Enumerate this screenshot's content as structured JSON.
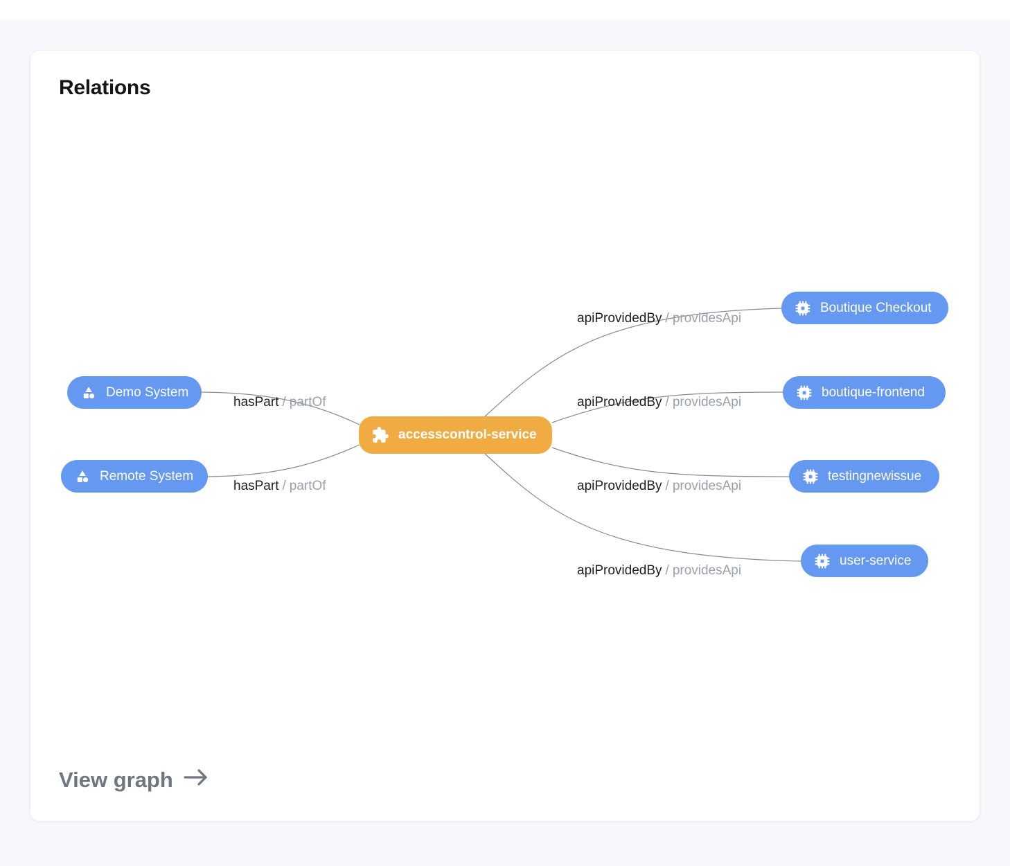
{
  "card": {
    "title": "Relations",
    "view_graph_label": "View graph"
  },
  "colors": {
    "page_background": "#F7F8FB",
    "card_background": "#FFFFFF",
    "system_node": "#6598F0",
    "api_node": "#6598F0",
    "central_node": "#F0AC42",
    "edge_line": "#8A8A8A",
    "edge_label_primary": "#1B1F24",
    "edge_label_secondary": "#9AA1AA"
  },
  "graph": {
    "center_node": {
      "label": "accesscontrol-service",
      "icon": "puzzle-icon"
    },
    "left_nodes": [
      {
        "label": "Demo System",
        "icon": "shapes-icon"
      },
      {
        "label": "Remote System",
        "icon": "shapes-icon"
      }
    ],
    "right_nodes": [
      {
        "label": "Boutique Checkout",
        "icon": "chip-icon"
      },
      {
        "label": "boutique-frontend",
        "icon": "chip-icon"
      },
      {
        "label": "testingnewissue",
        "icon": "chip-icon"
      },
      {
        "label": "user-service",
        "icon": "chip-icon"
      }
    ],
    "edge_labels": {
      "has_part": {
        "primary": "hasPart",
        "separator": "/",
        "secondary": "partOf"
      },
      "api_provided_by": {
        "primary": "apiProvidedBy",
        "separator": "/",
        "secondary": "providesApi"
      }
    }
  }
}
